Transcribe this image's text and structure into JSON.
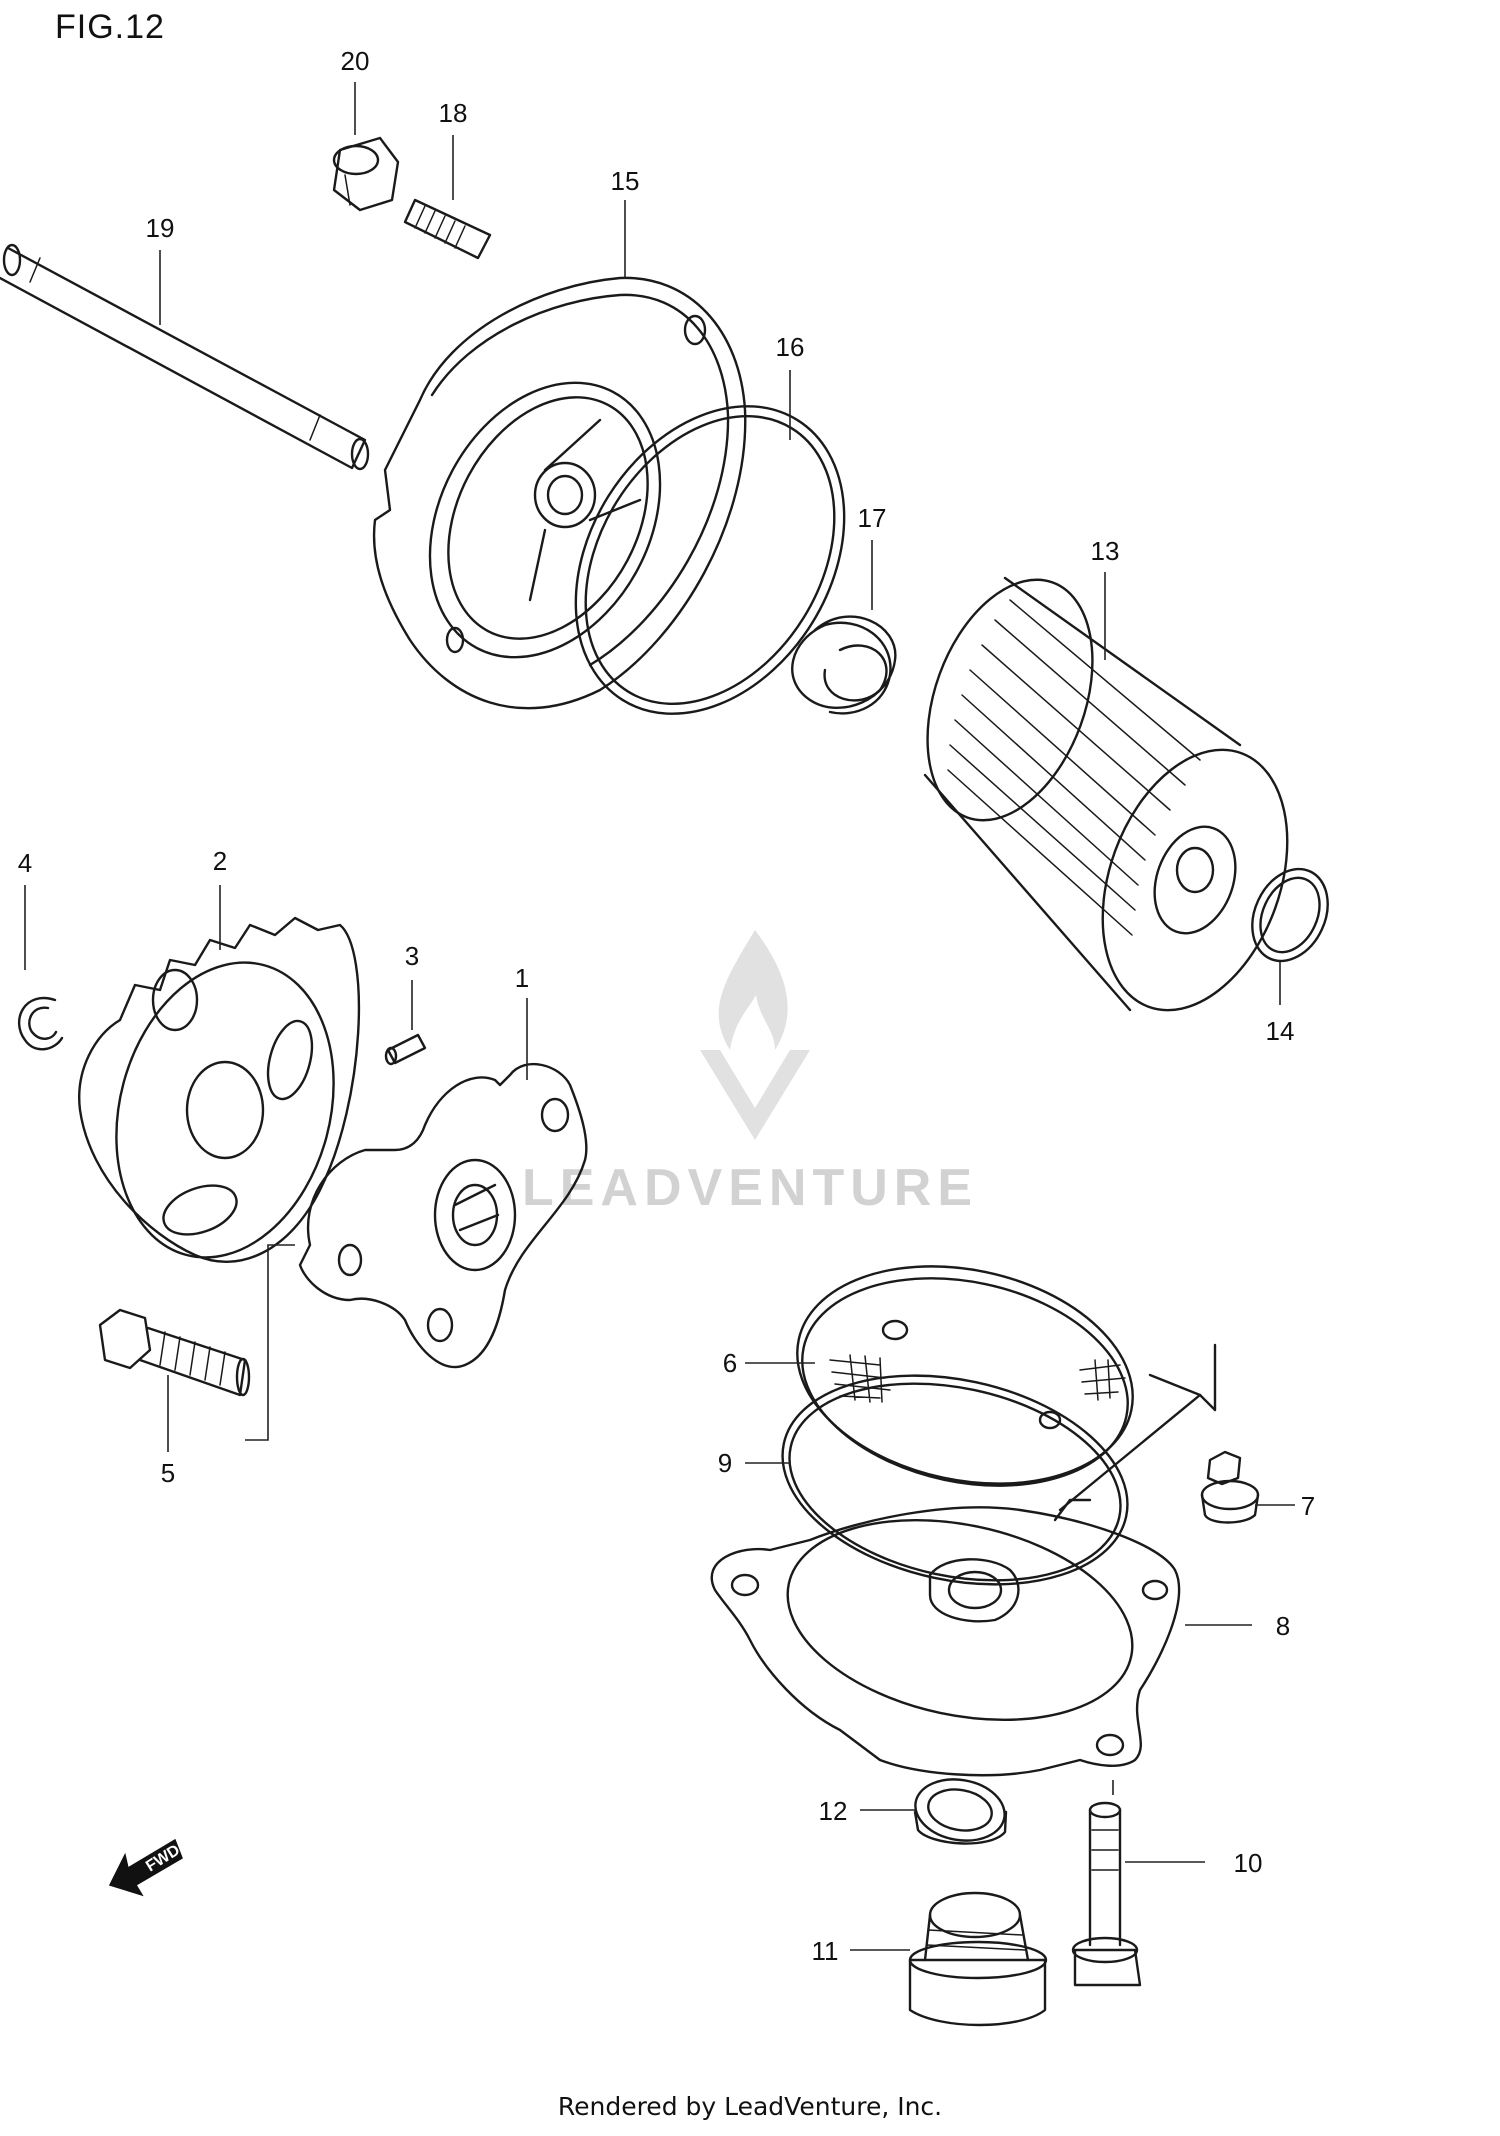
{
  "figure_label": "FIG.12",
  "footer_text": "Rendered by LeadVenture, Inc.",
  "watermark_text": "LEADVENTURE",
  "fwd_label": "FWD",
  "parts": [
    {
      "number": "1"
    },
    {
      "number": "2"
    },
    {
      "number": "3"
    },
    {
      "number": "4"
    },
    {
      "number": "5"
    },
    {
      "number": "6"
    },
    {
      "number": "7"
    },
    {
      "number": "8"
    },
    {
      "number": "9"
    },
    {
      "number": "10"
    },
    {
      "number": "11"
    },
    {
      "number": "12"
    },
    {
      "number": "13"
    },
    {
      "number": "14"
    },
    {
      "number": "15"
    },
    {
      "number": "16"
    },
    {
      "number": "17"
    },
    {
      "number": "18"
    },
    {
      "number": "19"
    },
    {
      "number": "20"
    }
  ]
}
